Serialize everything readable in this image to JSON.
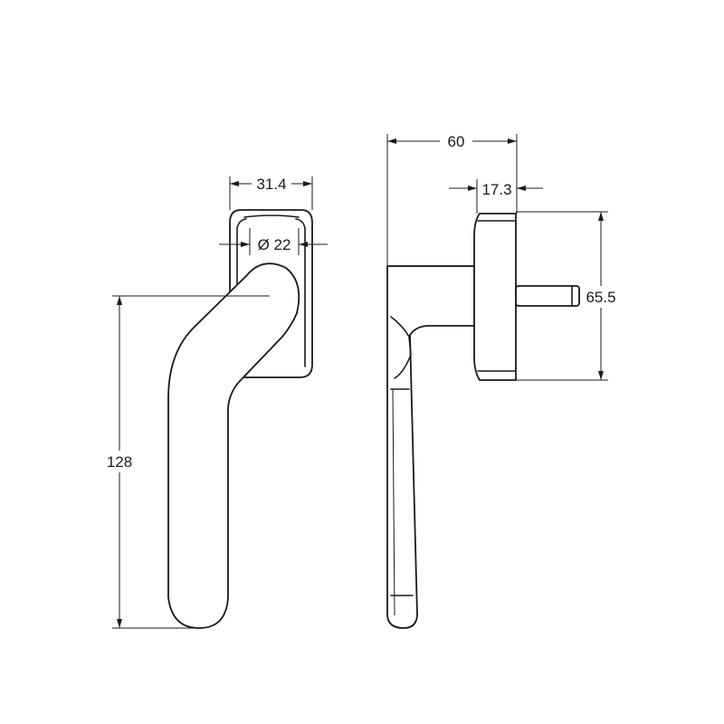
{
  "drawing": {
    "front_view": {
      "dim_width": "31.4",
      "dim_diameter": "Ø 22",
      "dim_length": "128"
    },
    "side_view": {
      "dim_depth": "60",
      "dim_base": "17.3",
      "dim_height": "65.5"
    }
  },
  "colors": {
    "line": "#1a1a1a",
    "background": "#ffffff"
  }
}
